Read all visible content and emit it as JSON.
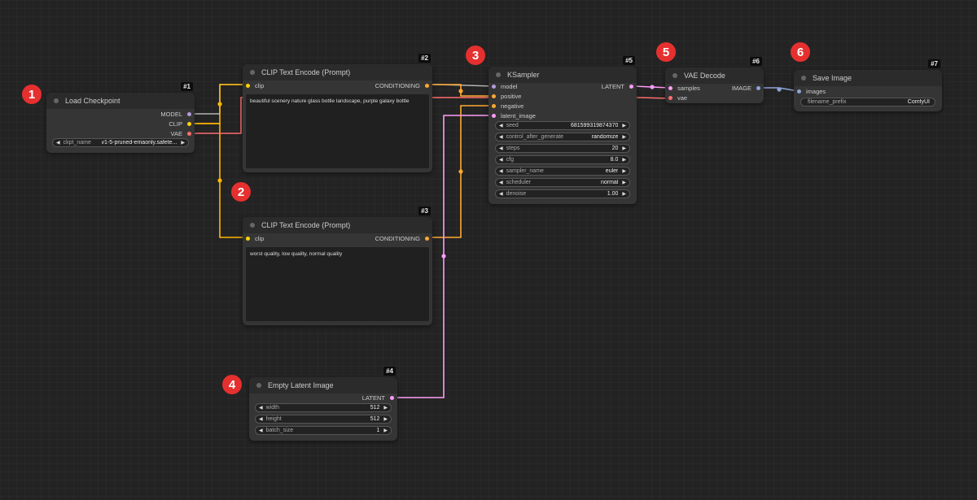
{
  "colors": {
    "model": "#b39ddb",
    "clip": "#ffd500",
    "vae": "#ff6e6e",
    "conditioning": "#ffa931",
    "latent": "#ff9cf9",
    "image": "#64b5f6",
    "badge": "#e5302f"
  },
  "badges": [
    "1",
    "2",
    "3",
    "4",
    "5",
    "6"
  ],
  "nodes": {
    "load_checkpoint": {
      "id": "#1",
      "title": "Load Checkpoint",
      "outputs": [
        "MODEL",
        "CLIP",
        "VAE"
      ],
      "widgets": [
        {
          "label": "ckpt_name",
          "value": "v1-5-pruned-emaonly.safete..."
        }
      ]
    },
    "clip_pos": {
      "id": "#2",
      "title": "CLIP Text Encode (Prompt)",
      "input": "clip",
      "output": "CONDITIONING",
      "text": "beautiful scenery nature glass bottle landscape, purple galaxy bottle"
    },
    "clip_neg": {
      "id": "#3",
      "title": "CLIP Text Encode (Prompt)",
      "input": "clip",
      "output": "CONDITIONING",
      "text": "worst quality, low quality, normal quality"
    },
    "empty_latent": {
      "id": "#4",
      "title": "Empty Latent Image",
      "output": "LATENT",
      "widgets": [
        {
          "label": "width",
          "value": "512"
        },
        {
          "label": "height",
          "value": "512"
        },
        {
          "label": "batch_size",
          "value": "1"
        }
      ]
    },
    "ksampler": {
      "id": "#5",
      "title": "KSampler",
      "inputs": [
        "model",
        "positive",
        "negative",
        "latent_image"
      ],
      "output": "LATENT",
      "widgets": [
        {
          "label": "seed",
          "value": "681599319874370"
        },
        {
          "label": "control_after_generate",
          "value": "randomize"
        },
        {
          "label": "steps",
          "value": "20"
        },
        {
          "label": "cfg",
          "value": "8.0"
        },
        {
          "label": "sampler_name",
          "value": "euler"
        },
        {
          "label": "scheduler",
          "value": "normal"
        },
        {
          "label": "denoise",
          "value": "1.00"
        }
      ]
    },
    "vae_decode": {
      "id": "#6",
      "title": "VAE Decode",
      "inputs": [
        "samples",
        "vae"
      ],
      "output": "IMAGE"
    },
    "save_image": {
      "id": "#7",
      "title": "Save Image",
      "input": "images",
      "widgets": [
        {
          "label": "filename_prefix",
          "value": "ComfyUI"
        }
      ]
    }
  }
}
